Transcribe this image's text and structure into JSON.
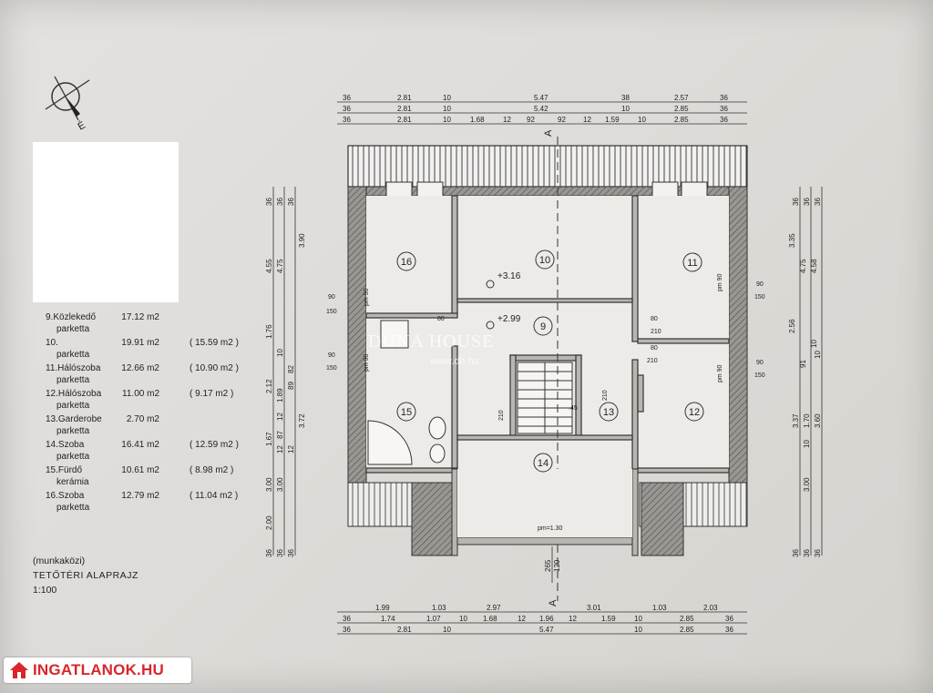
{
  "legend": [
    {
      "name": "9.Közlekedő",
      "area": "17.12 m2",
      "net": "",
      "floor": "parketta"
    },
    {
      "name": "10.",
      "area": "19.91 m2",
      "net": "( 15.59 m2 )",
      "floor": "parketta"
    },
    {
      "name": "11.Hálószoba",
      "area": "12.66 m2",
      "net": "( 10.90 m2 )",
      "floor": "parketta"
    },
    {
      "name": "12.Hálószoba",
      "area": "11.00 m2",
      "net": "(  9.17 m2 )",
      "floor": "parketta"
    },
    {
      "name": "13.Garderobe",
      "area": "2.70 m2",
      "net": "",
      "floor": "parketta"
    },
    {
      "name": "14.Szoba",
      "area": "16.41 m2",
      "net": "( 12.59 m2 )",
      "floor": "parketta"
    },
    {
      "name": "15.Fürdő",
      "area": "10.61 m2",
      "net": "(  8.98 m2 )",
      "floor": "kerámia"
    },
    {
      "name": "16.Szoba",
      "area": "12.79 m2",
      "net": "( 11.04 m2 )",
      "floor": "parketta"
    }
  ],
  "captions": {
    "status": "(munkaközi)",
    "title": "TETŐTÉRI  ALAPRAJZ",
    "scale": "1:100"
  },
  "rooms": [
    "16",
    "10",
    "11",
    "9",
    "15",
    "13",
    "12",
    "14"
  ],
  "levels": {
    "upper": "+3.16",
    "lower": "+2.99"
  },
  "section_marker": "A",
  "doors": {
    "pm90": "pm 90",
    "w90": "90",
    "h150": "150",
    "d80": "80",
    "h210": "210",
    "pm130": "pm=1.30",
    "stair_45": ".45"
  },
  "dims": {
    "top1": [
      "36",
      "2.81",
      "10",
      "5.47",
      "38",
      "2.57",
      "36"
    ],
    "top2": [
      "36",
      "2.81",
      "10",
      "5.42",
      "10",
      "2.85",
      "36"
    ],
    "top3": [
      "36",
      "2.81",
      "10",
      "1.68",
      "12",
      "92",
      "92",
      "12",
      "1.59",
      "10",
      "2.85",
      "36"
    ],
    "bot1": [
      "1.99",
      "1.03",
      "2.97",
      "3.01",
      "1.03",
      "2.03"
    ],
    "bot2": [
      "36",
      "1.74",
      "1.07",
      "10",
      "1.68",
      "12",
      "1.96",
      "12",
      "1.59",
      "10",
      "2.85",
      "36"
    ],
    "bot3": [
      "36",
      "2.81",
      "10",
      "5.47",
      "10",
      "2.85",
      "36"
    ],
    "left1": [
      "36",
      "4.55",
      "1.76",
      "2.12",
      "1.67",
      "3.00",
      "2.00",
      "36"
    ],
    "left2": [
      "36",
      "4.75",
      "10",
      "1.89",
      "12",
      "87",
      "12",
      "3.00",
      "36"
    ],
    "left3": [
      "36",
      "3.90",
      "82",
      "89",
      "3.72",
      "12",
      "36"
    ],
    "right1": [
      "36",
      "3.35",
      "2.56",
      "3.37",
      "3.00",
      "36"
    ],
    "right2": [
      "36",
      "4.75",
      "10",
      "1.70",
      "10",
      "36"
    ],
    "right3": [
      "36",
      "4.58",
      "10",
      "91",
      "3.60",
      "36"
    ],
    "mid265": "265",
    "mid120": "120"
  },
  "watermark": {
    "brand": "DUNA HOUSE",
    "url": "www.dh.hu"
  },
  "badge": {
    "text": "INGATLANOK.HU",
    "color": "#d9262b"
  },
  "north_label": "É"
}
